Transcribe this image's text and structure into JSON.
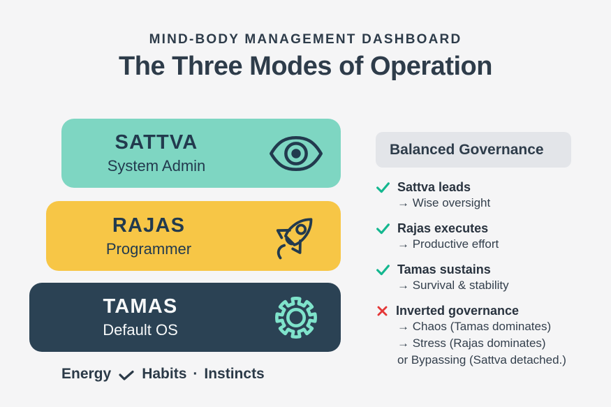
{
  "header": {
    "eyebrow": "MIND-BODY MANAGEMENT DASHBOARD",
    "title": "The Three Modes of Operation"
  },
  "modes": [
    {
      "name": "SATTVA",
      "role": "System Admin",
      "icon": "eye-icon",
      "bg": "#7ed6c2",
      "text_color": "#223a4e"
    },
    {
      "name": "RAJAS",
      "role": "Programmer",
      "icon": "rocket-icon",
      "bg": "#f7c646",
      "text_color": "#223a4e"
    },
    {
      "name": "TAMAS",
      "role": "Default OS",
      "icon": "gear-icon",
      "bg": "#2b4254",
      "text_color": "#f6f8f9"
    }
  ],
  "governance": {
    "heading": "Balanced Governance",
    "items": [
      {
        "status": "check",
        "icon": "check-icon",
        "title": "Sattva leads",
        "lines": [
          "→ Wise oversight"
        ]
      },
      {
        "status": "check",
        "icon": "check-icon",
        "title": "Rajas executes",
        "lines": [
          "→ Productive effort"
        ]
      },
      {
        "status": "check",
        "icon": "check-icon",
        "title": "Tamas sustains",
        "lines": [
          "→ Survival & stability"
        ]
      },
      {
        "status": "cross",
        "icon": "cross-icon",
        "title": "Inverted governance",
        "lines": [
          "→ Chaos (Tamas dominates)",
          "→ Stress (Rajas dominates)",
          "or Bypassing (Sattva detached.)"
        ]
      }
    ]
  },
  "footer": {
    "energy": "Energy",
    "check_icon": "check-icon",
    "habits": "Habits",
    "separator": "·",
    "instincts": "Instincts"
  },
  "colors": {
    "background": "#f5f5f6",
    "heading_navy": "#2e3c4a",
    "sattva_teal": "#7ed6c2",
    "rajas_yellow": "#f7c646",
    "tamas_navy": "#2b4254",
    "pill_gray": "#e3e5e9",
    "check_green": "#14b78f",
    "cross_red": "#e43737",
    "gear_mint": "#7fe3cb",
    "icon_navy": "#223a4e"
  }
}
